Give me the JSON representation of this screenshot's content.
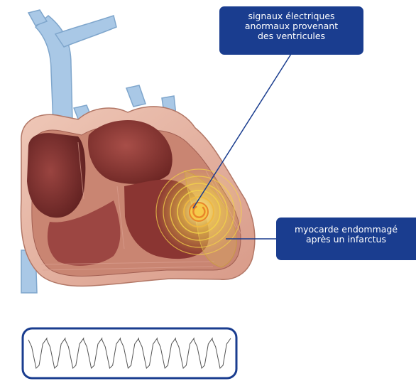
{
  "callouts": {
    "abnormal_signals": {
      "lines": [
        "signaux électriques",
        "anormaux provenant",
        "des ventricules"
      ]
    },
    "damaged_myocardium": {
      "lines": [
        "myocarde endommagé",
        "après un infarctus"
      ]
    }
  },
  "colors": {
    "callout_bg": "#1a3d8f",
    "callout_text": "#ffffff",
    "vessel_blue": "#a9c8e6",
    "muscle_outer": "#e4b3a0",
    "muscle_inner": "#b56a60",
    "chamber_dark": "#7a2e2c",
    "signal_yellow": "#f3d34a",
    "signal_orange": "#e8862a",
    "ecg_frame": "#1a3d8f",
    "ecg_trace": "#555555"
  },
  "icons": {
    "reentry_circuit": "circular-arrow-icon"
  }
}
